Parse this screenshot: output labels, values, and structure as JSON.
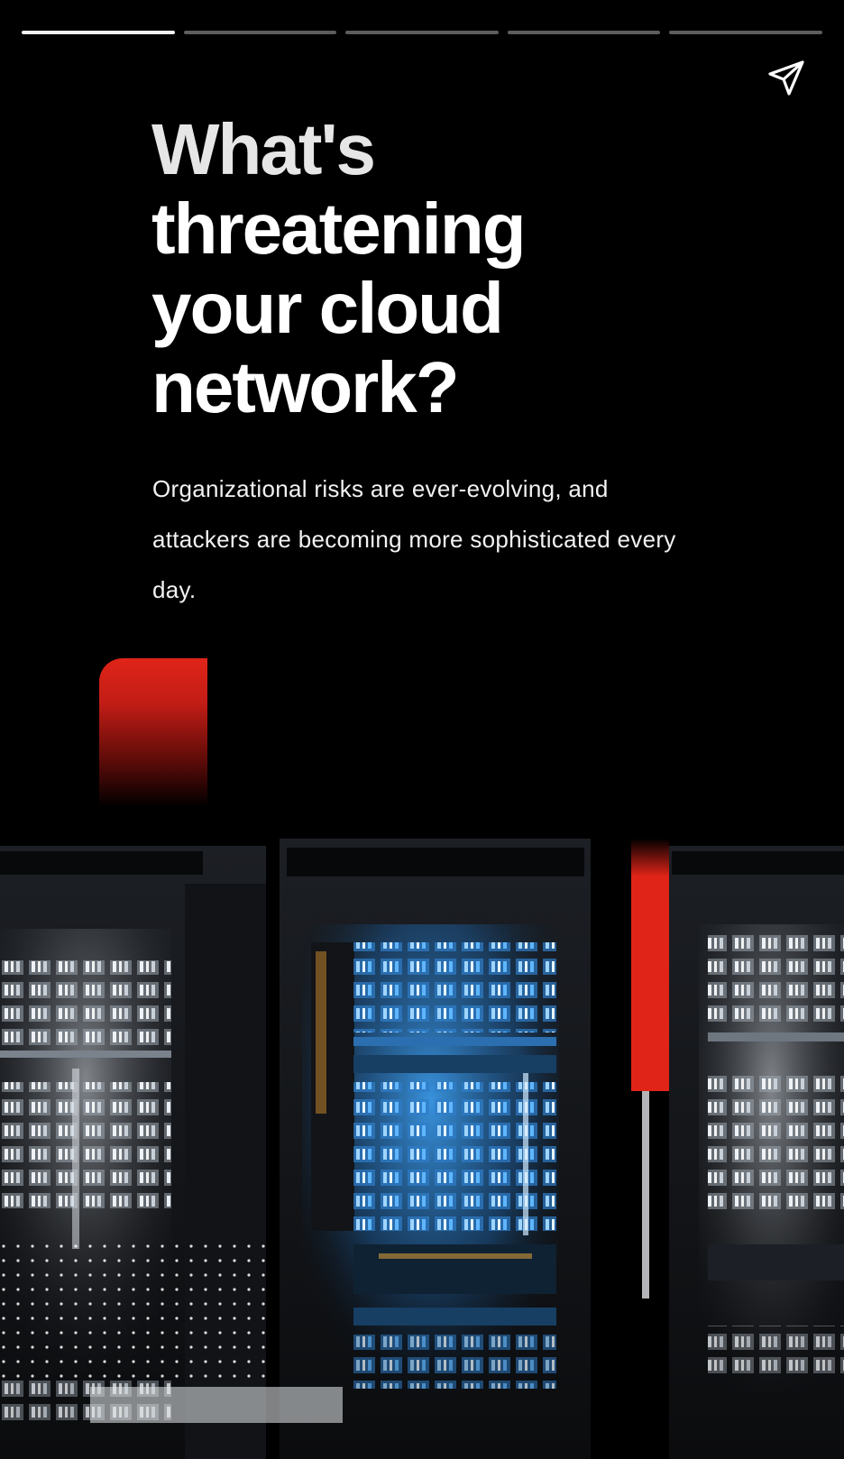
{
  "story": {
    "progress_segments": 5,
    "active_segment": 1
  },
  "header": {
    "share_icon": "send-icon"
  },
  "hero": {
    "title_lines": [
      "What's",
      "threatening",
      "your cloud",
      "network?"
    ],
    "subtitle": "Organizational risks are ever-evolving, and attackers are becoming more sophisticated every day."
  },
  "colors": {
    "background": "#000000",
    "accent_red": "#e02418",
    "server_blue": "#3fa8ff",
    "progress_active": "#f2f2f2",
    "progress_inactive": "#5d5d5d"
  }
}
